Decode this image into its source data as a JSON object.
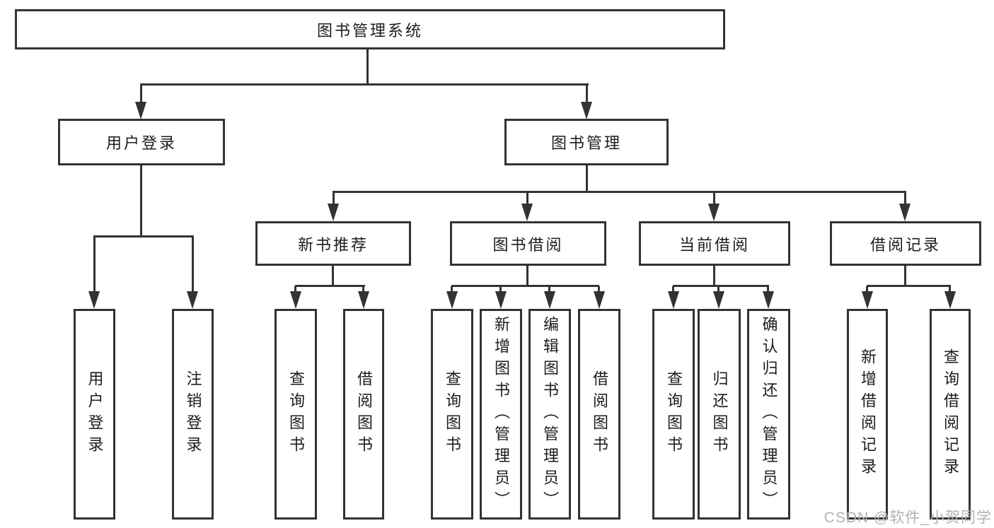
{
  "diagram": {
    "title_node": {
      "label": "图书管理系统"
    },
    "level2": [
      {
        "label": "用户登录"
      },
      {
        "label": "图书管理"
      }
    ],
    "level3": [
      {
        "label": "新书推荐"
      },
      {
        "label": "图书借阅"
      },
      {
        "label": "当前借阅"
      },
      {
        "label": "借阅记录"
      }
    ],
    "leaves": [
      {
        "label": "用户登录"
      },
      {
        "label": "注销登录"
      },
      {
        "label": "查询图书"
      },
      {
        "label": "借阅图书"
      },
      {
        "label": "查询图书"
      },
      {
        "label": "新增图书（管理员）"
      },
      {
        "label": "编辑图书（管理员）"
      },
      {
        "label": "借阅图书"
      },
      {
        "label": "查询图书"
      },
      {
        "label": "归还图书"
      },
      {
        "label": "确认归还（管理员）"
      },
      {
        "label": "新增借阅记录"
      },
      {
        "label": "查询借阅记录"
      }
    ]
  },
  "watermark": {
    "text": "CSDN @软件_小贺同学"
  },
  "colors": {
    "line": "#333333",
    "text": "#1d1d1d",
    "background": "#ffffff",
    "watermark": "#b2b2b2"
  }
}
